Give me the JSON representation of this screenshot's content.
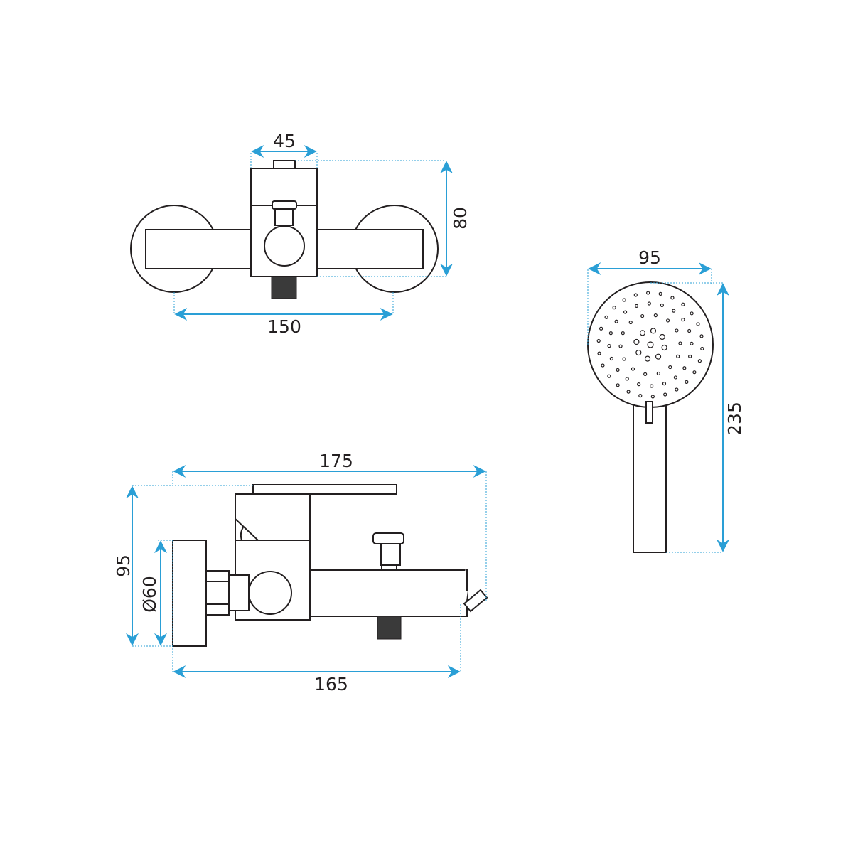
{
  "dimensions": {
    "top_view": {
      "body_width": "45",
      "depth": "80",
      "spacing": "150"
    },
    "side_view": {
      "total_length": "175",
      "spout_length": "165",
      "height": "95",
      "plate_diameter": "Ø60"
    },
    "hand_shower": {
      "head_diameter": "95",
      "length": "235"
    }
  },
  "colors": {
    "dimension_line": "#2a9fd6",
    "outline": "#231f20"
  }
}
